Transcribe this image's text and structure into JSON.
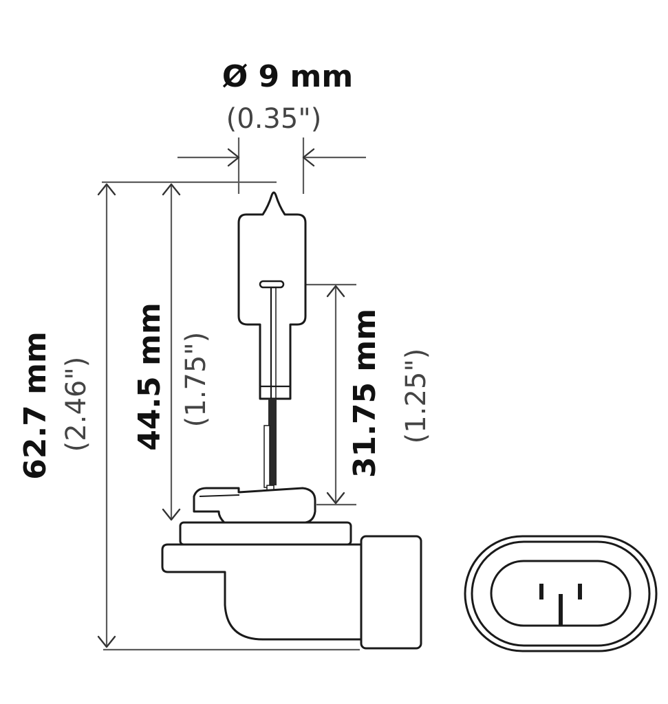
{
  "diagram": {
    "subject": "H11-style halogen bulb dimension drawing",
    "dimensions": {
      "diameter": {
        "metric": "Ø 9 mm",
        "imperial": "(0.35\")"
      },
      "overall_length": {
        "metric": "62.7 mm",
        "imperial": "(2.46\")"
      },
      "glass_to_flange": {
        "metric": "44.5 mm",
        "imperial": "(1.75\")"
      },
      "light_center_length": {
        "metric": "31.75 mm",
        "imperial": "(1.25\")"
      }
    },
    "views": [
      "side-view-bulb",
      "connector-end-view"
    ],
    "colors": {
      "line": "#1a1a1a",
      "dimension": "#5a5a5a",
      "background": "#ffffff"
    }
  }
}
